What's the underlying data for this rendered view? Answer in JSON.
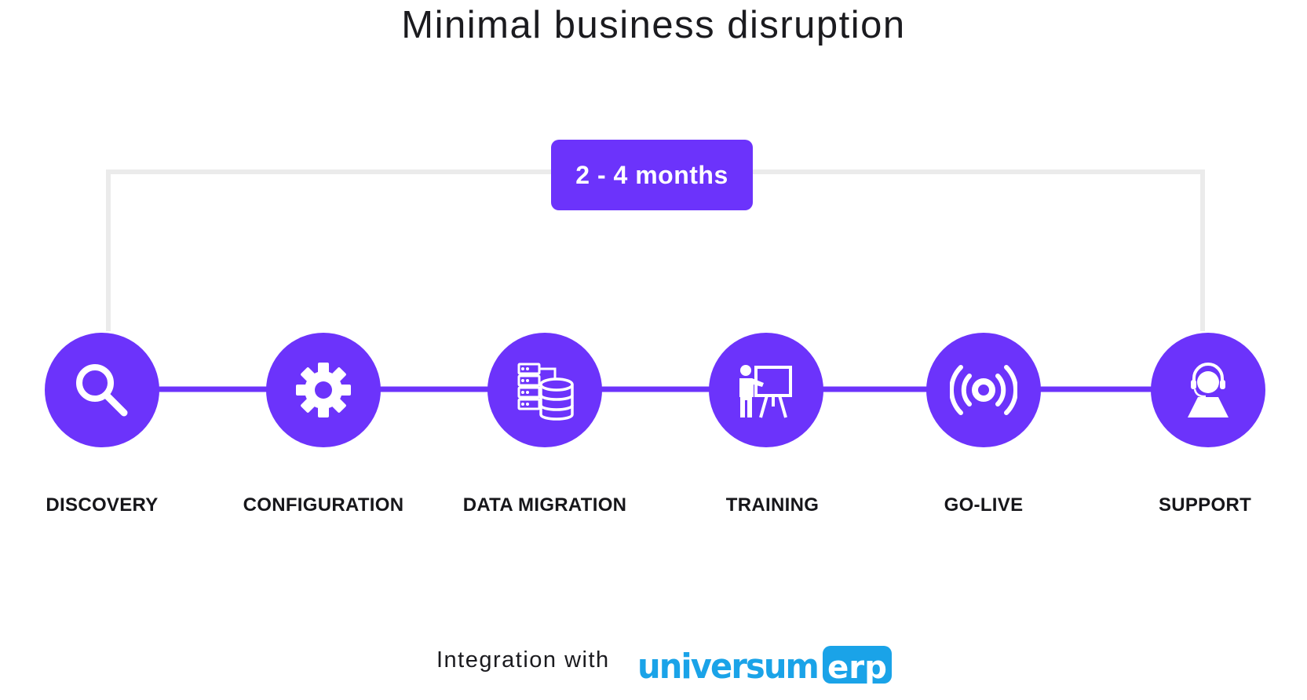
{
  "title": "Minimal business disruption",
  "duration_badge": "2 - 4 months",
  "steps": [
    {
      "label": "DISCOVERY",
      "icon": "magnifier-icon"
    },
    {
      "label": "CONFIGURATION",
      "icon": "gear-icon"
    },
    {
      "label": "DATA MIGRATION",
      "icon": "database-icon"
    },
    {
      "label": "TRAINING",
      "icon": "presentation-board-icon"
    },
    {
      "label": "GO-LIVE",
      "icon": "broadcast-icon"
    },
    {
      "label": "SUPPORT",
      "icon": "support-agent-icon"
    }
  ],
  "footer": {
    "text": "Integration with",
    "logo_text": "universumerp"
  },
  "colors": {
    "accent": "#6c33fb",
    "bracket": "#ebebeb",
    "logo": "#1aa3e8"
  }
}
